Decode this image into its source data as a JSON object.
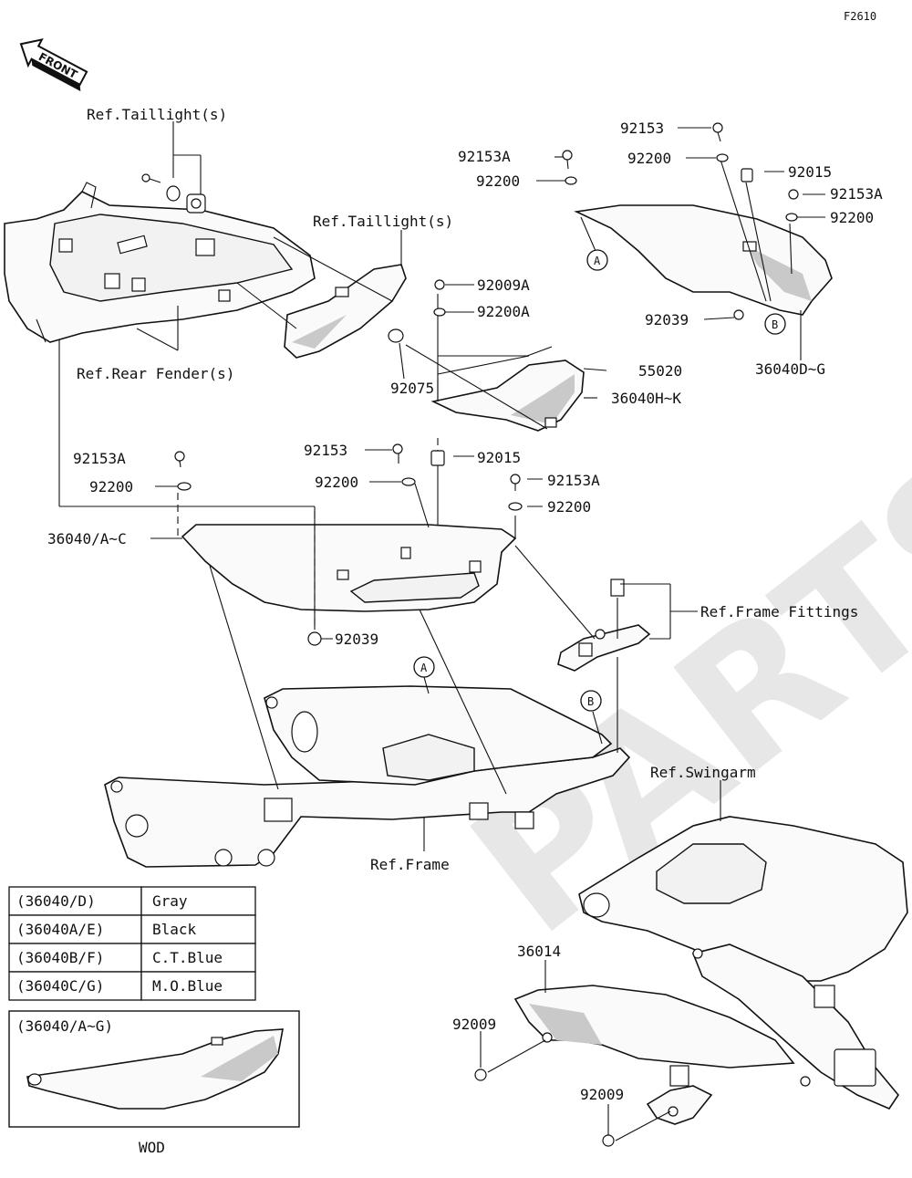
{
  "diagram": {
    "figure_code": "F2610",
    "watermark": "PARTSS.COM",
    "front_arrow_label": "FRONT",
    "reference_labels": {
      "taillight_top": "Ref.Taillight(s)",
      "taillight_mid": "Ref.Taillight(s)",
      "rear_fender": "Ref.Rear Fender(s)",
      "frame_fittings": "Ref.Frame Fittings",
      "swingarm": "Ref.Swingarm",
      "frame": "Ref.Frame"
    },
    "callouts": {
      "a": "A",
      "b": "B"
    },
    "part_labels": {
      "p92153_tr": "92153",
      "p92153A_tm": "92153A",
      "p92200_tm": "92200",
      "p92200_tr": "92200",
      "p92015_tr": "92015",
      "p92153A_tr": "92153A",
      "p92200_tr2": "92200",
      "p92039_tr": "92039",
      "p36040D_G": "36040D~G",
      "p92009A": "92009A",
      "p92200A": "92200A",
      "p55020": "55020",
      "p36040H_K": "36040H~K",
      "p92075": "92075",
      "p92153A_l": "92153A",
      "p92200_l": "92200",
      "p92153_m": "92153",
      "p92015_m": "92015",
      "p92200_m": "92200",
      "p92153A_mr": "92153A",
      "p92200_mr": "92200",
      "p36040A_C": "36040/A~C",
      "p92039_m": "92039",
      "p36014": "36014",
      "p92009_1": "92009",
      "p92009_2": "92009"
    },
    "color_table": [
      {
        "code": "(36040/D)",
        "color": "Gray"
      },
      {
        "code": "(36040A/E)",
        "color": "Black"
      },
      {
        "code": "(36040B/F)",
        "color": "C.T.Blue"
      },
      {
        "code": "(36040C/G)",
        "color": "M.O.Blue"
      }
    ],
    "inset": {
      "title": "(36040/A~G)",
      "caption": "WOD"
    }
  }
}
